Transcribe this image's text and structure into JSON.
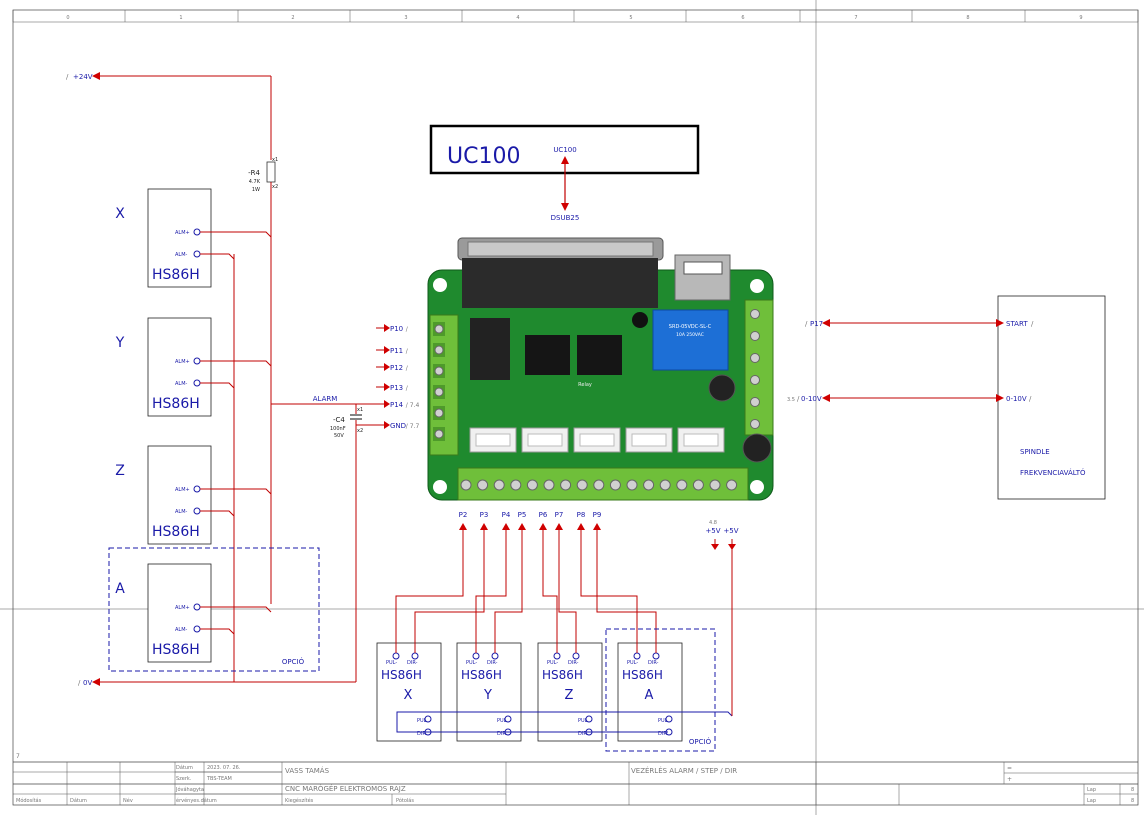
{
  "grid": {
    "columns": [
      "0",
      "1",
      "2",
      "3",
      "4",
      "5",
      "6",
      "7",
      "8",
      "9"
    ]
  },
  "controller": {
    "title": "UC100",
    "port_label": "UC100",
    "connector_label": "DSUB25"
  },
  "power": {
    "plus24": "+24V",
    "zero": "0V",
    "ref_mark": "/"
  },
  "resistor": {
    "name": "-R4",
    "value": "4.7K",
    "rating": "1W",
    "pin1": "x1",
    "pin2": "x2"
  },
  "capacitor": {
    "name": "-C4",
    "value": "100nF",
    "rating": "50V",
    "pin1": "x1",
    "pin2": "x2"
  },
  "alarm_label": "ALARM",
  "left_drivers": [
    {
      "axis": "X",
      "model": "HS86H",
      "pin_alm_plus": "ALM+",
      "pin_alm_minus": "ALM-"
    },
    {
      "axis": "Y",
      "model": "HS86H",
      "pin_alm_plus": "ALM+",
      "pin_alm_minus": "ALM-"
    },
    {
      "axis": "Z",
      "model": "HS86H",
      "pin_alm_plus": "ALM+",
      "pin_alm_minus": "ALM-"
    },
    {
      "axis": "A",
      "model": "HS86H",
      "pin_alm_plus": "ALM+",
      "pin_alm_minus": "ALM-"
    }
  ],
  "option_label": "OPCIÓ",
  "left_ports": [
    "P10",
    "P11",
    "P12",
    "P13",
    "P14",
    "GND"
  ],
  "left_port_refs": {
    "P14": "7.4",
    "GND": "7.7"
  },
  "bottom_ports": [
    "P2",
    "P3",
    "P4",
    "P5",
    "P6",
    "P7",
    "P8",
    "P9"
  ],
  "plus5": {
    "ref": "4.8",
    "a": "+5V",
    "b": "+5V"
  },
  "bottom_drivers": [
    {
      "axis": "X",
      "model": "HS86H",
      "pul_minus": "PUL-",
      "dir_minus": "DIR-",
      "pul_plus": "PUL+",
      "dir_plus": "DIR+"
    },
    {
      "axis": "Y",
      "model": "HS86H",
      "pul_minus": "PUL-",
      "dir_minus": "DIR-",
      "pul_plus": "PUL+",
      "dir_plus": "DIR+"
    },
    {
      "axis": "Z",
      "model": "HS86H",
      "pul_minus": "PUL-",
      "dir_minus": "DIR-",
      "pul_plus": "PUL+",
      "dir_plus": "DIR+"
    },
    {
      "axis": "A",
      "model": "HS86H",
      "pul_minus": "PUL-",
      "dir_minus": "DIR-",
      "pul_plus": "PUL+",
      "dir_plus": "DIR+"
    }
  ],
  "spindle": {
    "port_start": "P17",
    "port_analog_ref": "3.5",
    "port_analog": "0-10V",
    "pin_start": "START",
    "pin_analog": "0-10V",
    "title_1": "SPINDLE",
    "title_2": "FREKVENCIAVÁLTÓ"
  },
  "titleblock": {
    "sheet_mark": "7",
    "date_label": "Dátum",
    "date_value": "2023. 07. 26.",
    "drawn_label": "Szerk.",
    "drawn_value": "TBS-TEAM",
    "checked_label": "Jóváhagyta",
    "standard_label": "érvényes.dátum",
    "company": "VASS TAMÁS",
    "project": "CNC MARÓGÉP ELEKTROMOS RAJZ",
    "sub1": "Kiegészítés",
    "sub2": "Pótolás",
    "sheet_title": "VEZÉRLÉS ALARM / STEP / DIR",
    "rev_label": "Módosítás",
    "rev_date": "Dátum",
    "rev_name": "Név",
    "eq": "=",
    "plus": "+",
    "page_label_1": "Lap",
    "page_value_1": "8",
    "page_label_2": "Lap",
    "page_value_2": "8"
  },
  "board": {
    "relay_text": "SRD-05VDC-SL-C",
    "relay_sub": "10A 250VAC",
    "relay_label": "Relay"
  },
  "colors": {
    "wire": "#c00000",
    "label_blue": "#1a1aa8",
    "pcb_green": "#1f8a2e",
    "terminal_green": "#6fbf3a",
    "relay_blue": "#1d6fd6"
  }
}
